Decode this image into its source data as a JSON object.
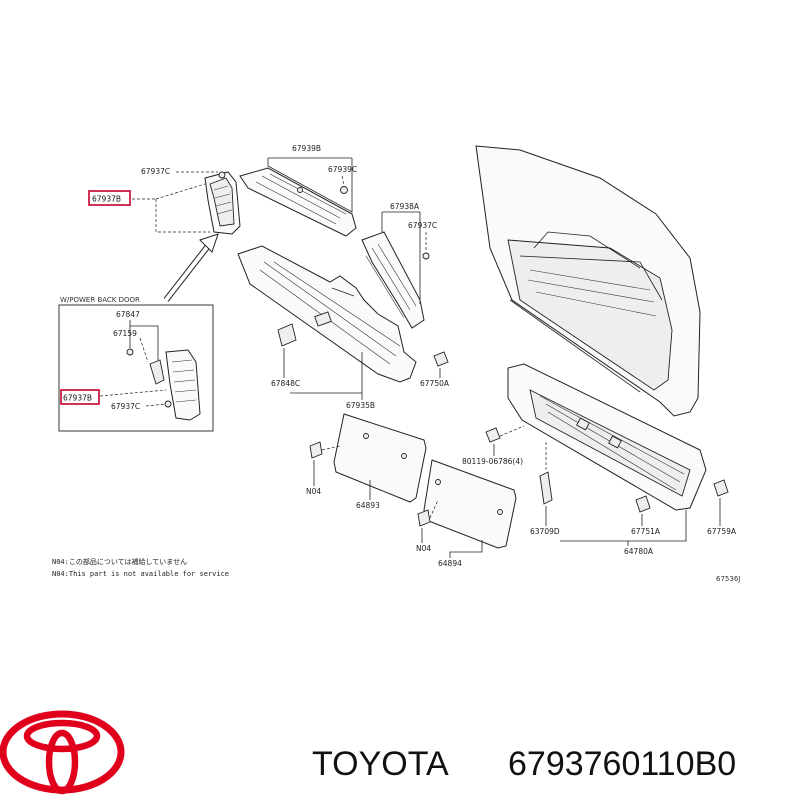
{
  "diagram": {
    "parts": {
      "p67937C_top": "67937C",
      "p67937B_top": "67937B",
      "p67939B": "67939B",
      "p67939C": "67939C",
      "p67938A": "67938A",
      "p67937C_mid": "67937C",
      "p67848C": "67848C",
      "p67935B": "67935B",
      "p67750A": "67750A",
      "p67847": "67847",
      "p67159": "67159",
      "p67937B_box": "67937B",
      "p67937C_box": "67937C",
      "p80119": "80119-06786(4)",
      "pN04_a": "N04",
      "p64893": "64893",
      "pN04_b": "N04",
      "p64894": "64894",
      "p63709D": "63709D",
      "p67751A": "67751A",
      "p67759A": "67759A",
      "p64780A": "64780A"
    },
    "inset_title": "W/POWER BACK DOOR",
    "notes": [
      "N04:この部品については補給していません",
      "N04:This part is not available for service"
    ],
    "figure_ref": "67536J"
  },
  "brand": {
    "name": "TOYOTA",
    "part_number": "6793760110B0",
    "logo_color": "#e0001b"
  }
}
